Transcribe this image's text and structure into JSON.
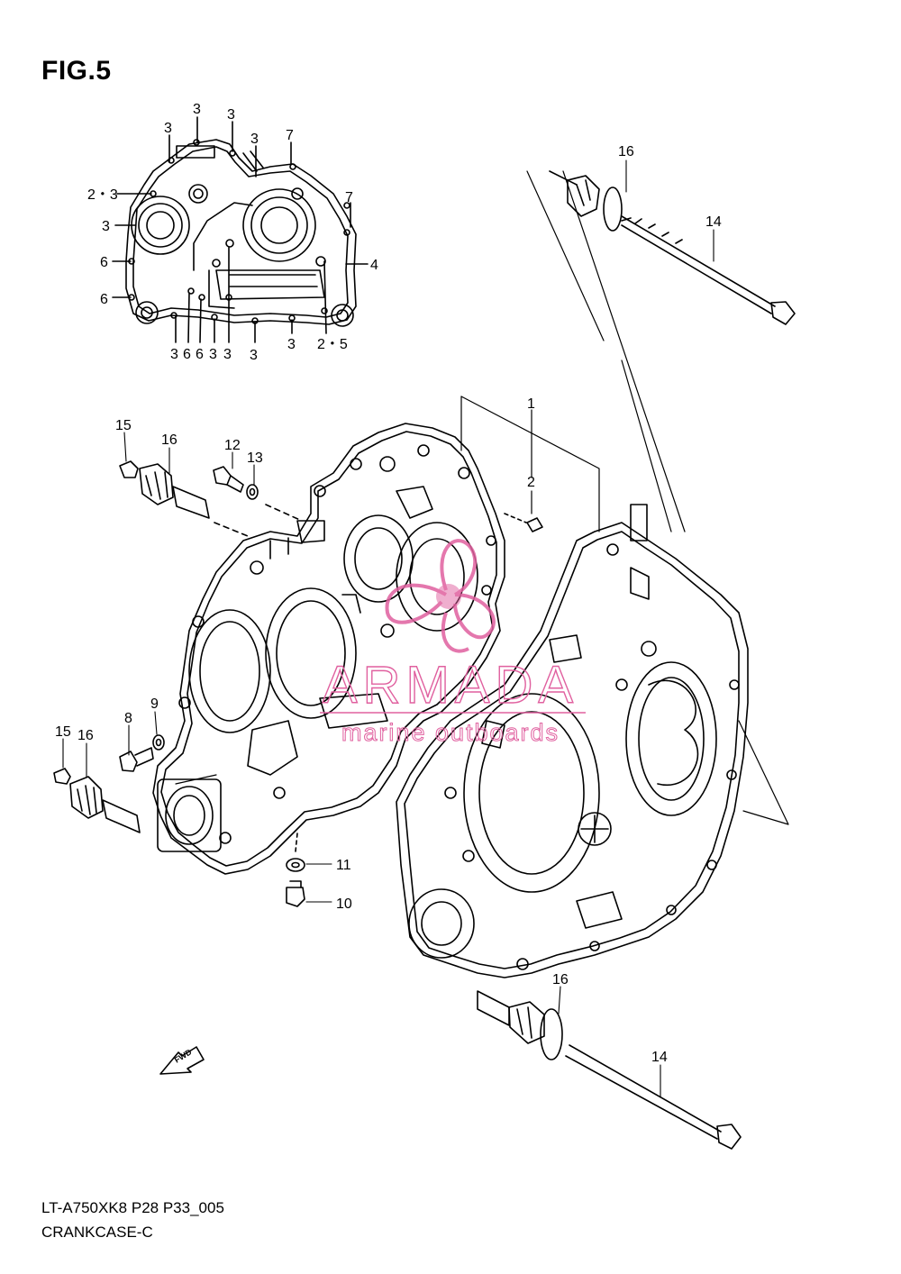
{
  "figure": {
    "title": "FIG.5",
    "model_code": "LT-A750XK8 P28 P33_005",
    "section_name": "CRANKCASE-C",
    "fwd_label": "FWD"
  },
  "watermark": {
    "brand": "ARMADA",
    "tagline": "marine outboards",
    "color": "#e0609f"
  },
  "callouts": [
    "3",
    "3",
    "3",
    "3",
    "7",
    "2・3",
    "7",
    "3",
    "4",
    "6",
    "6",
    "2・5",
    "3",
    "6",
    "6",
    "3",
    "3",
    "3",
    "3",
    "16",
    "14",
    "1",
    "2",
    "15",
    "16",
    "12",
    "13",
    "8",
    "9",
    "15",
    "16",
    "11",
    "10",
    "16",
    "14"
  ]
}
